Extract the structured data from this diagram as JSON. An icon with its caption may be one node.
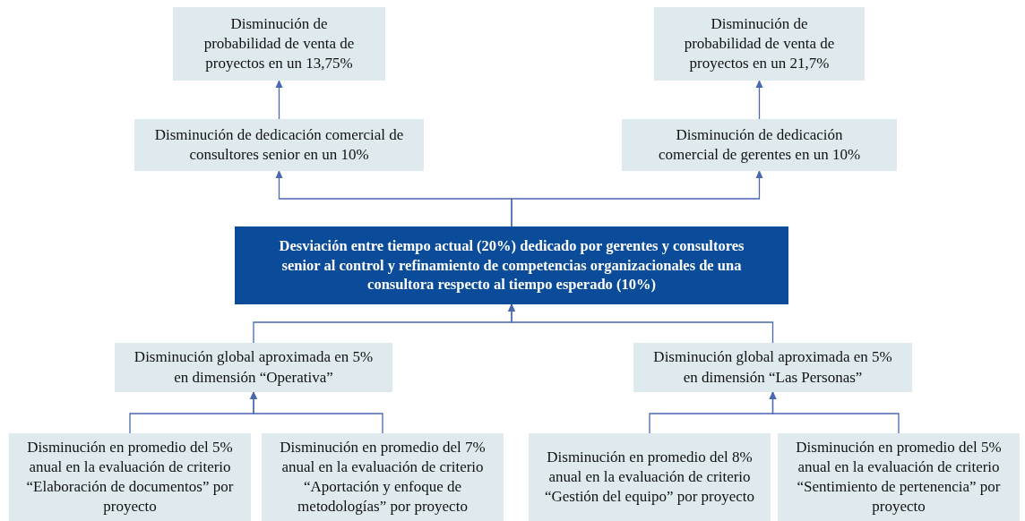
{
  "diagram": {
    "nodes": [
      {
        "text": [
          "Disminución de probabilidad de venta de proyectos en un 13,75%"
        ]
      },
      {
        "text": [
          "Disminución de probabilidad de venta de proyectos en un 21,7%"
        ]
      },
      {
        "text": [
          "Disminución de dedicación comercial de consultores senior en un 10%"
        ]
      },
      {
        "text": [
          "Disminución de dedicación comercial de gerentes en un 10%"
        ]
      },
      {
        "text": [
          "Desviación entre tiempo actual (20%) dedicado por gerentes y consultores senior al control y refinamiento de competencias organizacionales de una consultora respecto al tiempo esperado (10%)"
        ]
      },
      {
        "text": [
          "Disminución global aproximada en 5% en dimensión “Operativa”"
        ]
      },
      {
        "text": [
          "Disminución global aproximada en 5% en dimensión “Las Personas”"
        ]
      },
      {
        "text": [
          "Disminución en promedio del 5% anual en la evaluación de criterio “Elaboración de documentos” por proyecto"
        ]
      },
      {
        "text": [
          "Disminución en promedio del 7% anual en la evaluación de criterio “Aportación y enfoque de metodologías” por proyecto"
        ]
      },
      {
        "text": [
          "Disminución en promedio del 8% anual en la evaluación de criterio “Gestión del equipo” por proyecto"
        ]
      },
      {
        "text": [
          "Disminución en promedio del 5% anual en la evaluación de criterio “Sentimiento de pertenencia” por proyecto"
        ]
      }
    ],
    "edges": [
      {
        "from": 2,
        "to": 0,
        "arrow": "to"
      },
      {
        "from": 3,
        "to": 1,
        "arrow": "to"
      },
      {
        "from": 4,
        "to": 2,
        "arrow": "to"
      },
      {
        "from": 4,
        "to": 3,
        "arrow": "to"
      },
      {
        "from": 5,
        "to": 4,
        "arrow": "to"
      },
      {
        "from": 6,
        "to": 4,
        "arrow": "to"
      },
      {
        "from": 7,
        "to": 5,
        "arrow": "to"
      },
      {
        "from": 8,
        "to": 5,
        "arrow": "to"
      },
      {
        "from": 9,
        "to": 6,
        "arrow": "to"
      },
      {
        "from": 10,
        "to": 6,
        "arrow": "to"
      }
    ]
  }
}
